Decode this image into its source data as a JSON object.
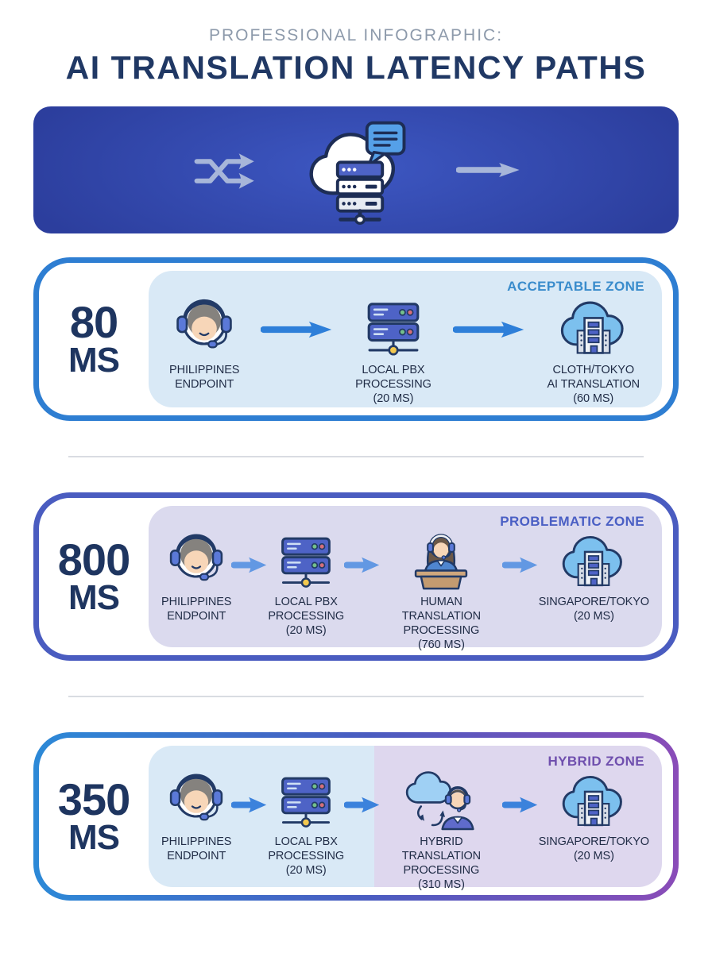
{
  "header": {
    "kicker": "PROFESSIONAL INFOGRAPHIC:",
    "title": "AI TRANSLATION LATENCY PATHS"
  },
  "banner": {
    "icon_left": "shuffle-icon",
    "icon_center": "cloud-server-chat-icon",
    "icon_right": "arrow-right-icon"
  },
  "colors": {
    "title_navy": "#203864",
    "kicker_gray": "#8d9aab",
    "banner_blue": "#2c3e9d",
    "big_number_navy": "#1e3560",
    "label_navy": "#1f2b45",
    "zone1_border": "#2e7ed2",
    "zone1_panel": "#d9e9f6",
    "zone1_tag": "#3a8ccc",
    "zone2_border": "#4a5cc0",
    "zone2_panel": "#dbdaee",
    "zone2_tag": "#4a5fc4",
    "zone3_border_start": "#2c89d7",
    "zone3_border_end": "#8a4cb8",
    "zone3_panel_left": "#d9e9f6",
    "zone3_panel_right": "#ded7ee",
    "zone3_tag": "#6f4fae",
    "arrow_blue": "#2e7fd9"
  },
  "zones": [
    {
      "latency_value": "80",
      "latency_unit": "MS",
      "zone_label": "ACCEPTABLE ZONE",
      "steps": [
        {
          "icon": "headset-person-icon",
          "label": "PHILIPPINES\nENDPOINT"
        },
        {
          "icon": "server-stack-icon",
          "label": "LOCAL PBX\nPROCESSING\n(20 MS)"
        },
        {
          "icon": "cloud-building-icon",
          "label": "CLOTH/TOKYO\nAI TRANSLATION\n(60 MS)"
        }
      ]
    },
    {
      "latency_value": "800",
      "latency_unit": "MS",
      "zone_label": "PROBLEMATIC ZONE",
      "steps": [
        {
          "icon": "headset-person-icon",
          "label": "PHILIPPINES\nENDPOINT"
        },
        {
          "icon": "server-stack-icon",
          "label": "LOCAL PBX\nPROCESSING\n(20 MS)"
        },
        {
          "icon": "human-translator-icon",
          "label": "HUMAN TRANSLATION\nPROCESSING\n(760 MS)"
        },
        {
          "icon": "cloud-building-icon",
          "label": "SINGAPORE/TOKYO\n(20 MS)"
        }
      ]
    },
    {
      "latency_value": "350",
      "latency_unit": "MS",
      "zone_label": "HYBRID ZONE",
      "steps": [
        {
          "icon": "headset-person-icon",
          "label": "PHILIPPINES\nENDPOINT"
        },
        {
          "icon": "server-stack-icon",
          "label": "LOCAL PBX\nPROCESSING\n(20 MS)"
        },
        {
          "icon": "hybrid-translation-icon",
          "label": "HYBRID TRANSLATION\nPROCESSING\n(310 MS)"
        },
        {
          "icon": "cloud-building-icon",
          "label": "SINGAPORE/TOKYO\n(20 MS)"
        }
      ]
    }
  ]
}
